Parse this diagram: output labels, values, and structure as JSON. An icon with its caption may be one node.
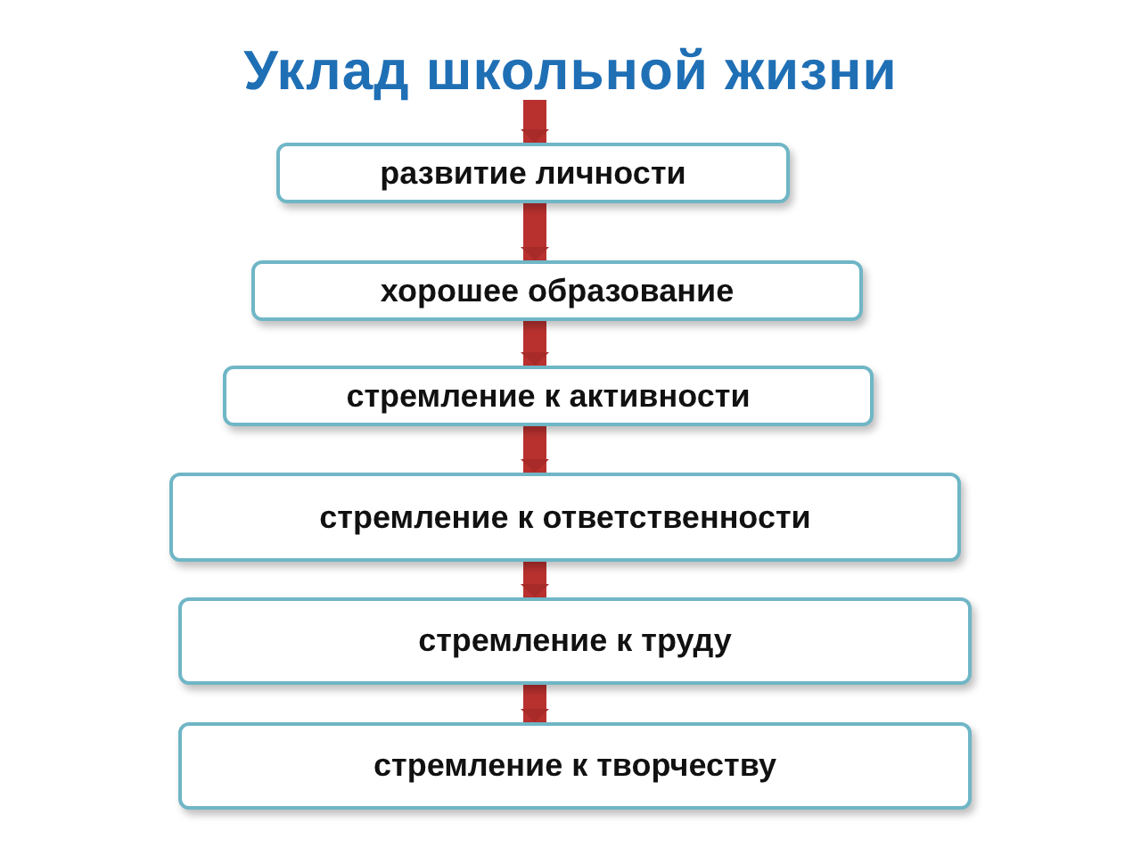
{
  "diagram": {
    "title": "Уклад школьной жизни",
    "nodes": [
      {
        "text": [
          "развитие личности"
        ]
      },
      {
        "text": [
          "хорошее образование"
        ]
      },
      {
        "text": [
          "стремление к активности"
        ]
      },
      {
        "text": [
          "стремление к ответственности"
        ]
      },
      {
        "text": [
          "стремление к труду"
        ]
      },
      {
        "text": [
          "стремление к творчеству"
        ]
      }
    ],
    "edges": [
      {
        "from": null,
        "to": 0,
        "arrow": "to"
      },
      {
        "from": 0,
        "to": 1,
        "arrow": "to"
      },
      {
        "from": 1,
        "to": 2,
        "arrow": "to"
      },
      {
        "from": 2,
        "to": 3,
        "arrow": "to"
      },
      {
        "from": 3,
        "to": 4,
        "arrow": "to"
      },
      {
        "from": 4,
        "to": 5,
        "arrow": "to"
      }
    ]
  }
}
